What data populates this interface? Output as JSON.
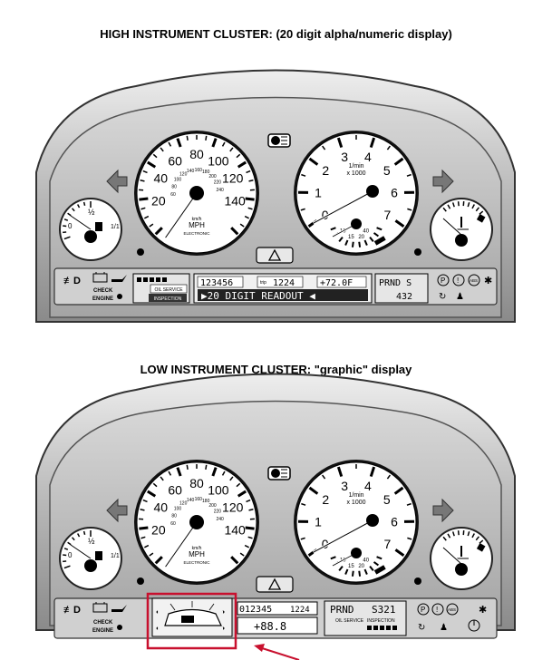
{
  "top_caption": "HIGH INSTRUMENT CLUSTER:  (20 digit alpha/numeric display)",
  "bottom_caption": "LOW INSTRUMENT CLUSTER:  \"graphic\" display",
  "speedo": {
    "numbers": [
      "20",
      "40",
      "60",
      "80",
      "100",
      "120",
      "140"
    ],
    "inner_numbers": [
      "60",
      "80",
      "100",
      "120",
      "140",
      "160",
      "180",
      "200",
      "220",
      "240"
    ],
    "unit_top": "km/h",
    "unit": "MPH",
    "sub": "ELECTRONIC"
  },
  "tacho": {
    "numbers": [
      "0",
      "1",
      "2",
      "3",
      "4",
      "5",
      "6",
      "7"
    ],
    "unit": "1/min",
    "scale": "x 1000",
    "econ": [
      "40",
      "20",
      "15",
      "10"
    ]
  },
  "fuel": {
    "half": "½",
    "zero": "0",
    "full": "1/1"
  },
  "left_panel": {
    "check": "CHECK",
    "engine": "ENGINE"
  },
  "service": {
    "oil": "OIL SERVICE",
    "inspection": "INSPECTION"
  },
  "high_display": {
    "odometer": "123456",
    "trip_label": "trip",
    "trip": "1224",
    "temp": "+72.0F",
    "readout": "▶20 DIGIT READOUT ◀",
    "gear": "PRND S",
    "gear_value": "432"
  },
  "low_display": {
    "odometer": "012345",
    "trip": "1224",
    "temp": "+88.8",
    "gear": "PRND",
    "gear_sel": "S321",
    "oil_service": "OIL SERVICE",
    "inspection": "INSPECTION"
  }
}
